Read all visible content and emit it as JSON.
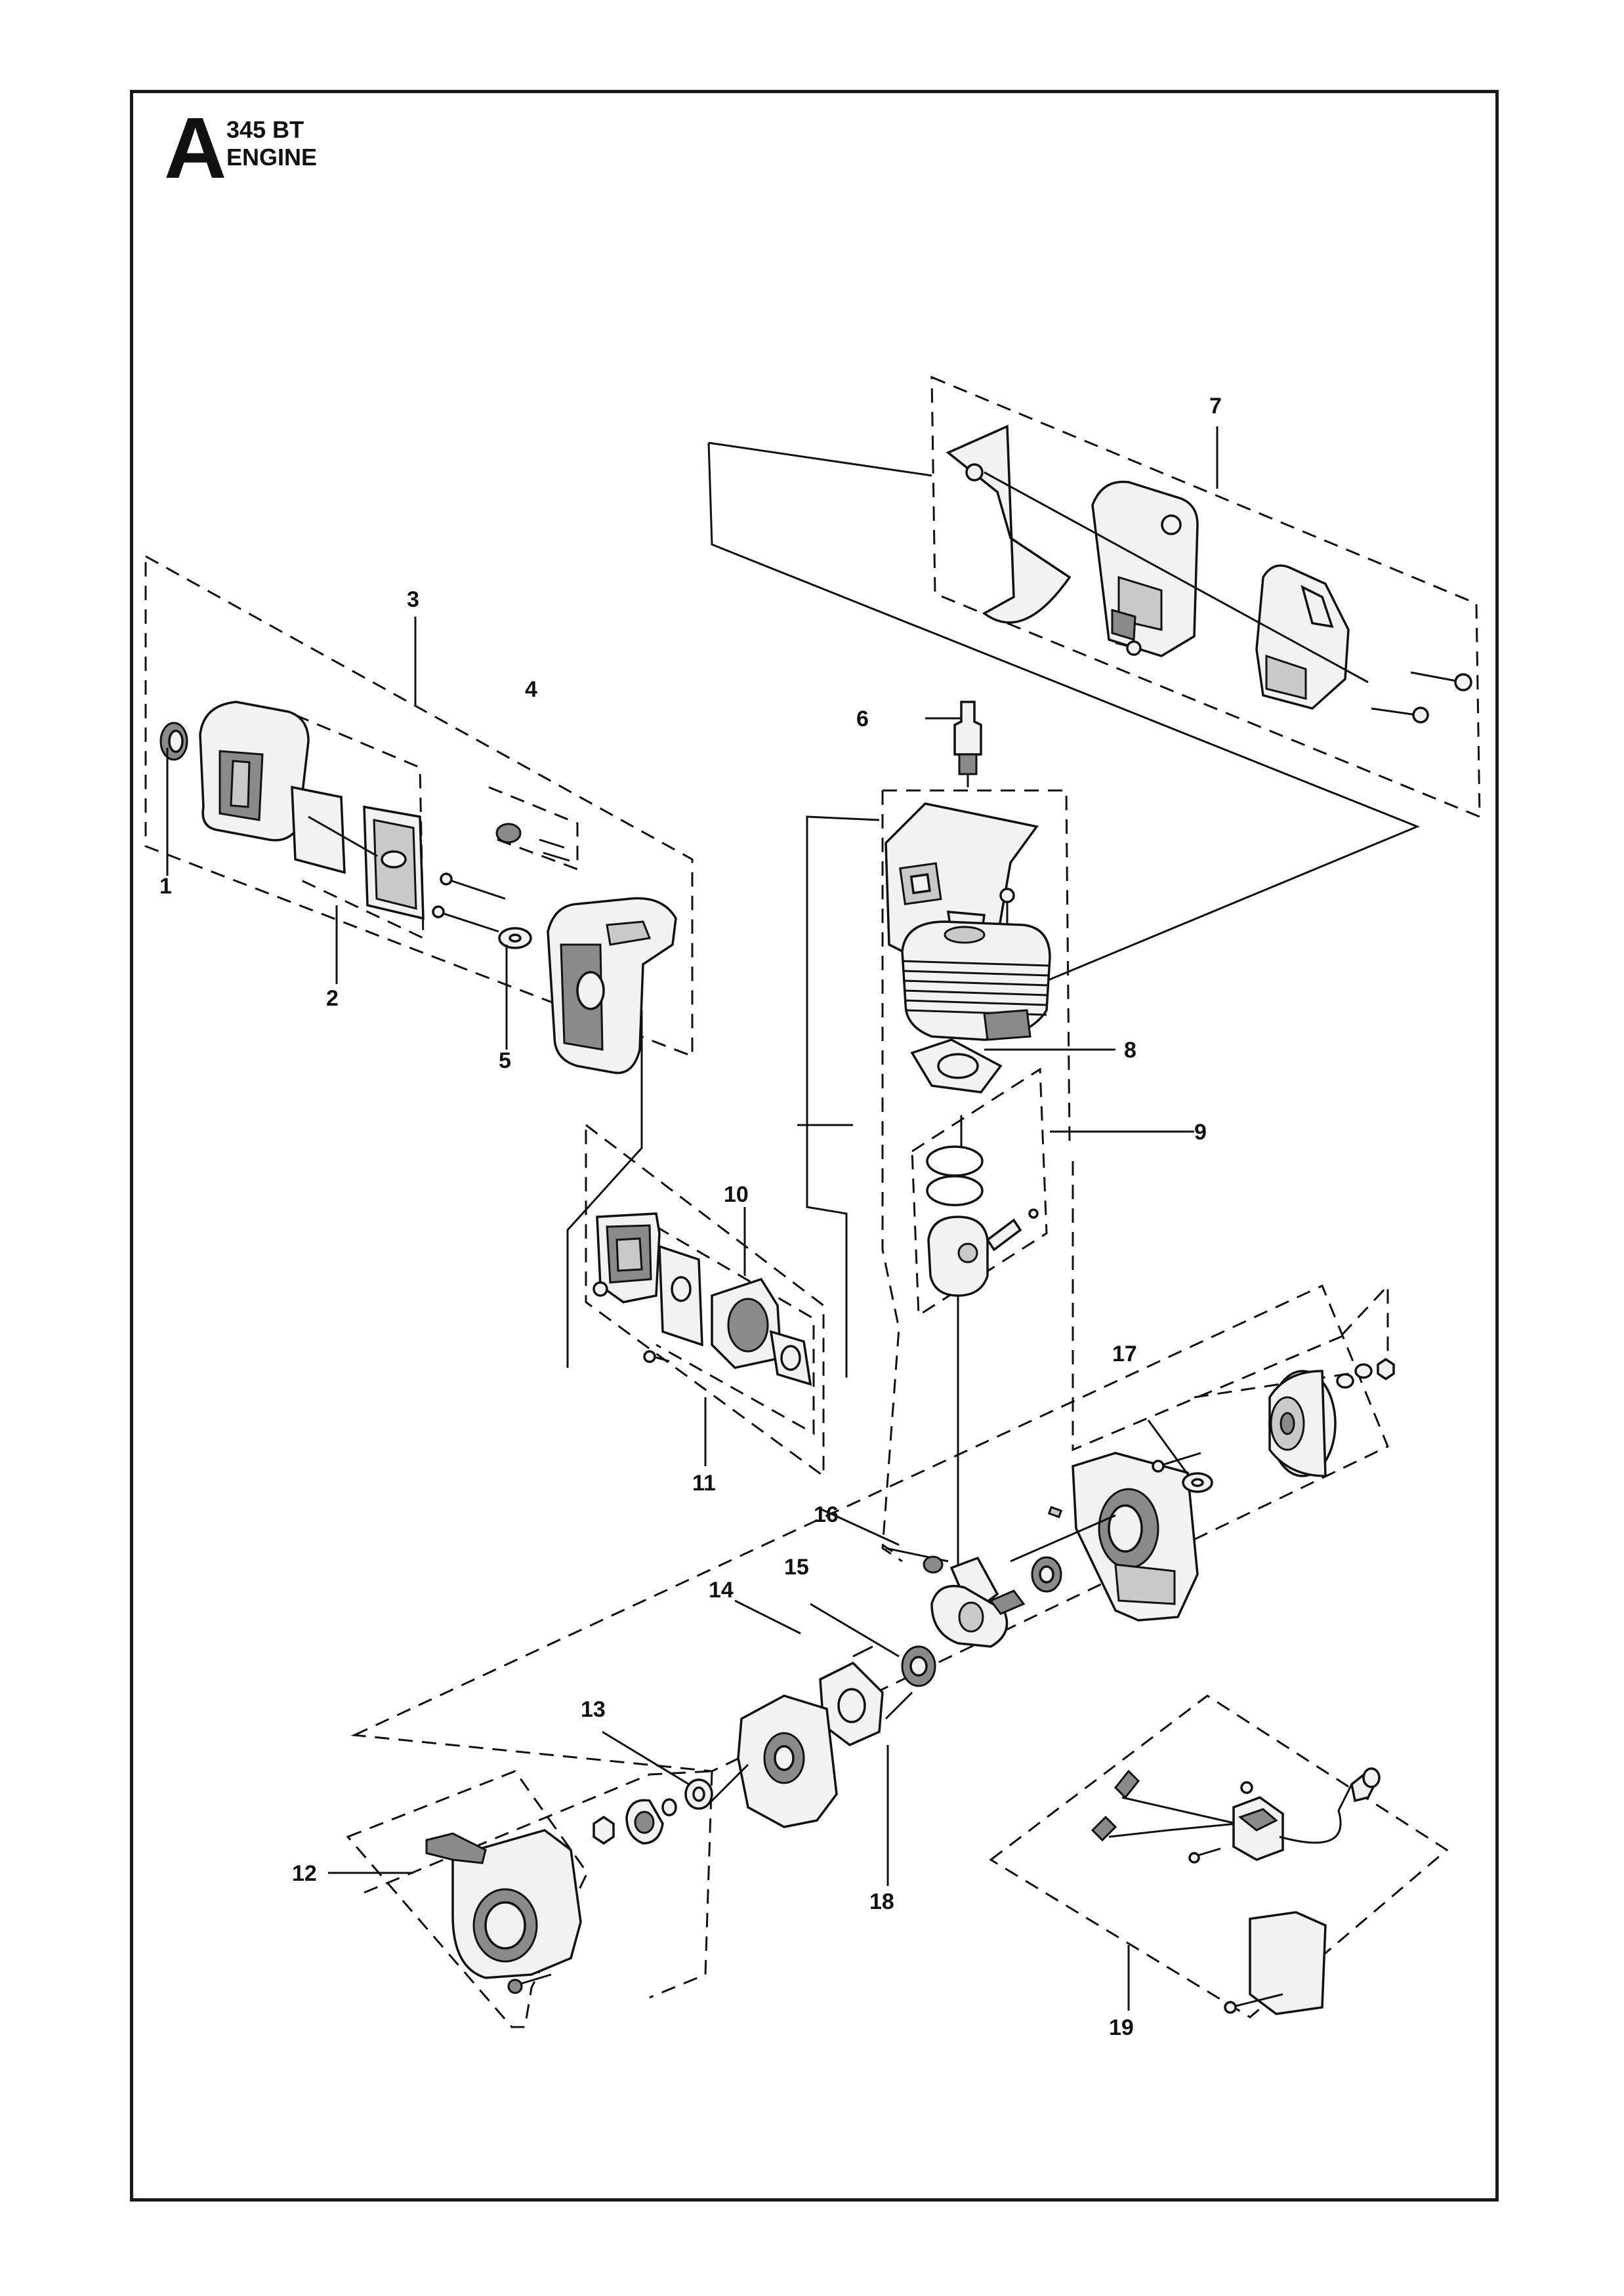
{
  "header": {
    "section_letter": "A",
    "model": "345 BT",
    "section_title": "ENGINE"
  },
  "callouts": [
    "1",
    "2",
    "3",
    "4",
    "5",
    "6",
    "7",
    "8",
    "9",
    "10",
    "11",
    "12",
    "13",
    "14",
    "15",
    "16",
    "17",
    "18",
    "19"
  ],
  "colors": {
    "ink": "#111111",
    "paper": "#ffffff",
    "shade": "#8a8a8a"
  }
}
